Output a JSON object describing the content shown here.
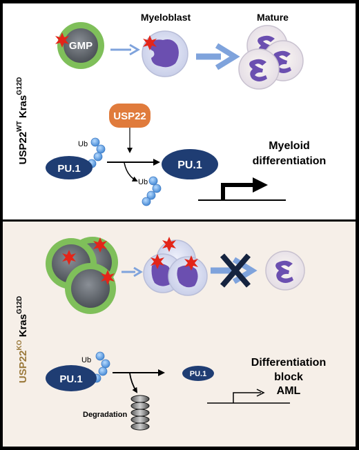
{
  "top_panel": {
    "side_label_main": "USP22",
    "side_label_sup1": "WT",
    "side_label_gene": "Kras",
    "side_label_sup2": "G12D",
    "gmp_label": "GMP",
    "myeloblast_label": "Myeloblast",
    "mature_label": "Mature",
    "usp22_box": "USP22",
    "ub_label": "Ub",
    "pu1_left": "PU.1",
    "pu1_right": "PU.1",
    "ub_removed_label": "Ub",
    "outcome_line1": "Myeloid",
    "outcome_line2": "differentiation"
  },
  "bottom_panel": {
    "side_label_main": "USP22",
    "side_label_sup1": "KO",
    "side_label_gene": "Kras",
    "side_label_sup2": "G12D",
    "ub_label": "Ub",
    "pu1_left": "PU.1",
    "pu1_right": "PU.1",
    "degradation_label": "Degradation",
    "outcome_line1": "Differentiation",
    "outcome_line2": "block",
    "outcome_line3": "AML"
  },
  "colors": {
    "top_bg": "#ffffff",
    "bottom_bg": "#f6efe8",
    "pu1_fill": "#1f3d73",
    "usp22_fill": "#e07b3c",
    "ub_fill": "#6aa8e6",
    "gmp_ring": "#7fbf5a",
    "nucleus": "#6b4fb0",
    "arrow_blue": "#7fa3dc",
    "ko_label": "#9b7a3c",
    "star": "#e32519"
  }
}
